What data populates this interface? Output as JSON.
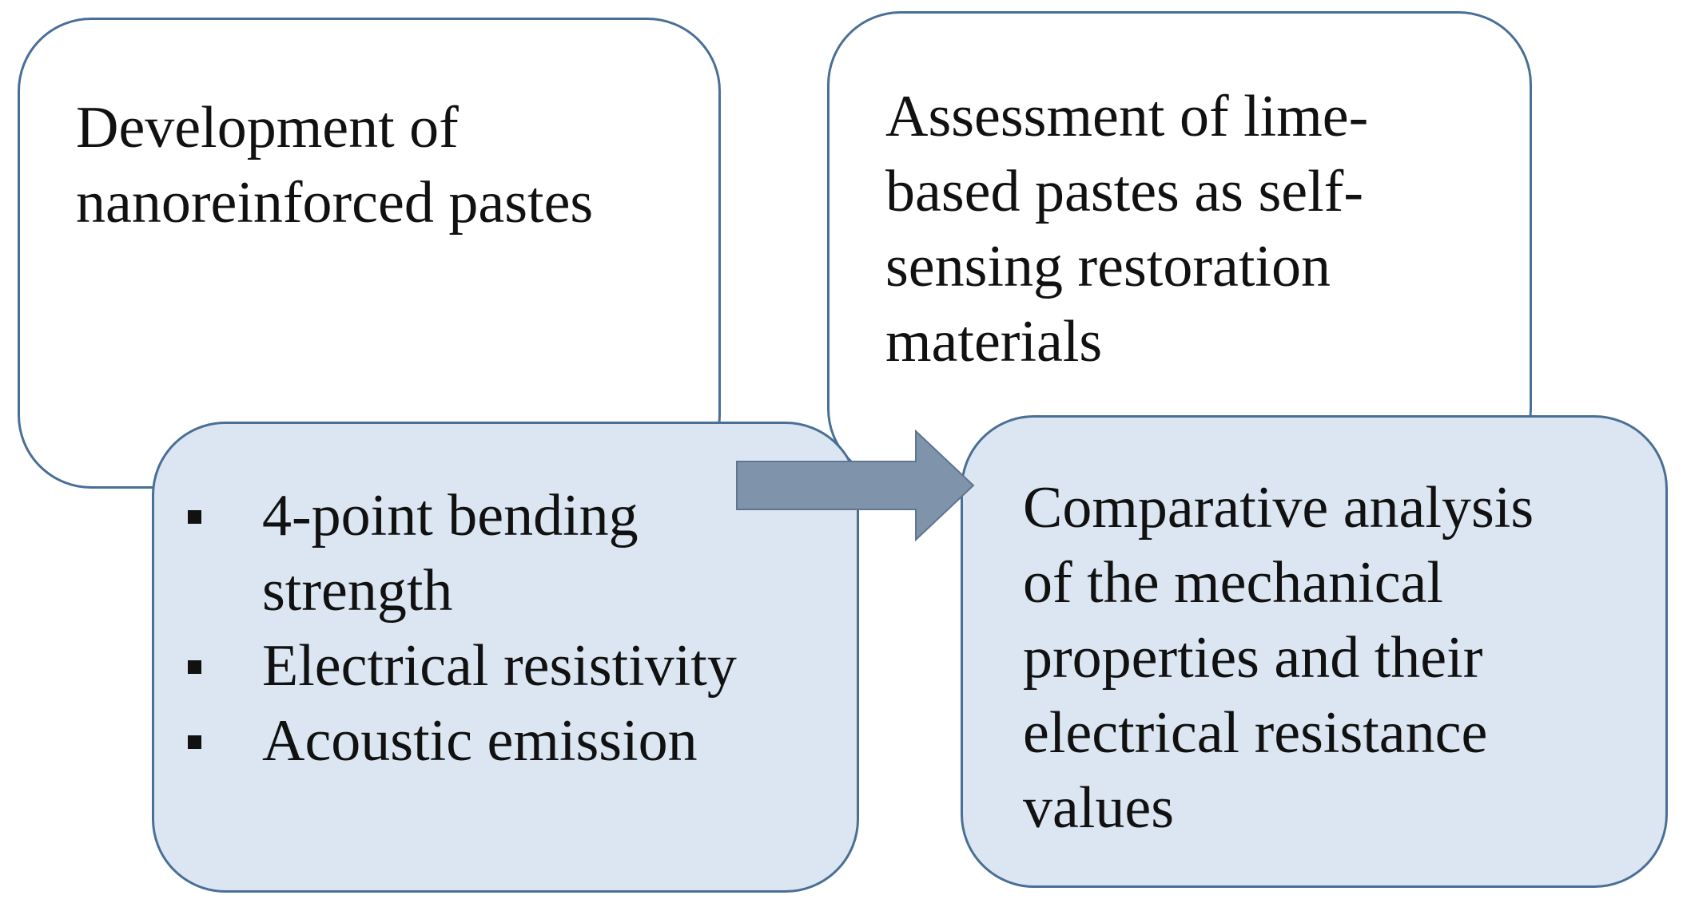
{
  "boxes": {
    "development": {
      "lines": [
        "Development of",
        "nanoreinforced pastes"
      ]
    },
    "assessment": {
      "lines": [
        "Assessment of lime-",
        "based pastes as self-",
        "sensing restoration",
        "materials"
      ]
    },
    "tests": {
      "items": [
        {
          "lines": [
            "4-point bending",
            "strength"
          ]
        },
        {
          "lines": [
            "Electrical resistivity"
          ]
        },
        {
          "lines": [
            "Acoustic emission"
          ]
        }
      ]
    },
    "comparison": {
      "lines": [
        "Comparative analysis",
        "of the mechanical",
        "properties and their",
        "electrical resistance",
        "values"
      ]
    }
  },
  "colors": {
    "outline": "#4a6f96",
    "inner_fill": "#dce6f2",
    "arrow_fill": "#7f93ab",
    "text": "#111111"
  },
  "icons": {
    "bullet": "black-square-bullet-icon",
    "arrow": "right-arrow-icon"
  }
}
